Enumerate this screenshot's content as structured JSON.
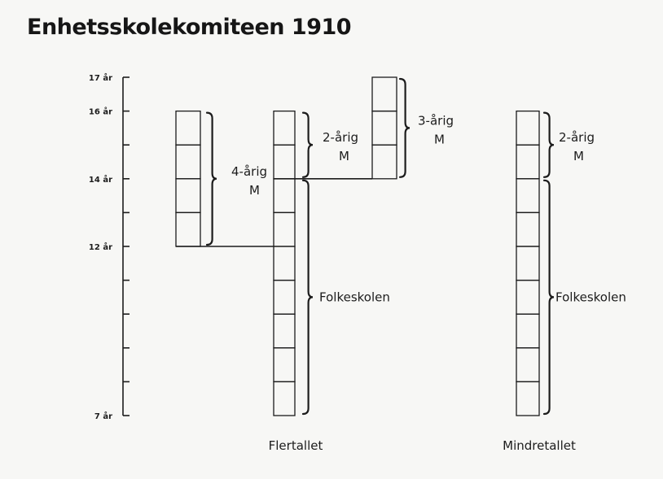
{
  "title": "Enhetsskolekomiteen 1910",
  "axis": {
    "ticks": [
      {
        "age": 17,
        "label": "17 år"
      },
      {
        "age": 16,
        "label": "16 år"
      },
      {
        "age": 14,
        "label": "14 år"
      },
      {
        "age": 12,
        "label": "12 år"
      },
      {
        "age": 7,
        "label": "7 år"
      }
    ],
    "min_age": 7,
    "max_age": 17
  },
  "columns": [
    {
      "id": "m4",
      "from": 12,
      "to": 16
    },
    {
      "id": "flertallet",
      "from": 7,
      "to": 16,
      "label": "Flertallet"
    },
    {
      "id": "m3",
      "from": 14,
      "to": 17
    },
    {
      "id": "mindretallet",
      "from": 7,
      "to": 16,
      "label": "Mindretallet"
    }
  ],
  "braces": [
    {
      "id": "m4-brace",
      "column": "m4",
      "from": 12,
      "to": 16,
      "line1": "4-årig",
      "line2": "M"
    },
    {
      "id": "fl-m2-brace",
      "column": "flertallet",
      "from": 14,
      "to": 16,
      "line1": "2-årig",
      "line2": "M"
    },
    {
      "id": "fl-folk-brace",
      "column": "flertallet",
      "from": 7,
      "to": 14,
      "line1": "Folkeskolen",
      "line2": ""
    },
    {
      "id": "m3-brace",
      "column": "m3",
      "from": 14,
      "to": 17,
      "line1": "3-årig",
      "line2": "M"
    },
    {
      "id": "mi-m2-brace",
      "column": "mindretallet",
      "from": 14,
      "to": 16,
      "line1": "2-årig",
      "line2": "M"
    },
    {
      "id": "mi-folk-brace",
      "column": "mindretallet",
      "from": 7,
      "to": 14,
      "line1": "Folkeskolen",
      "line2": ""
    }
  ],
  "connectors": [
    {
      "id": "link-12",
      "age": 12,
      "from": "m4",
      "to": "flertallet"
    },
    {
      "id": "link-14",
      "age": 14,
      "from": "flertallet",
      "to": "m3"
    }
  ]
}
